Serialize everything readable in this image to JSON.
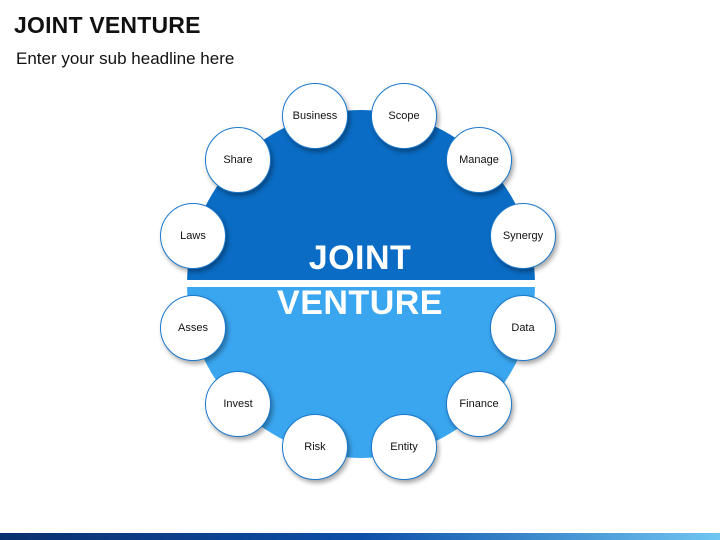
{
  "header": {
    "title": "JOINT VENTURE",
    "subtitle": "Enter your sub headline here"
  },
  "diagram": {
    "center_line1": "JOINT",
    "center_line2": "VENTURE",
    "nodes": [
      "Business",
      "Scope",
      "Manage",
      "Synergy",
      "Data",
      "Finance",
      "Entity",
      "Risk",
      "Invest",
      "Asses",
      "Laws",
      "Share"
    ]
  },
  "colors": {
    "top_half": "#0a6cc4",
    "bottom_half": "#3aa6f0",
    "node_border": "#1b78cc"
  }
}
